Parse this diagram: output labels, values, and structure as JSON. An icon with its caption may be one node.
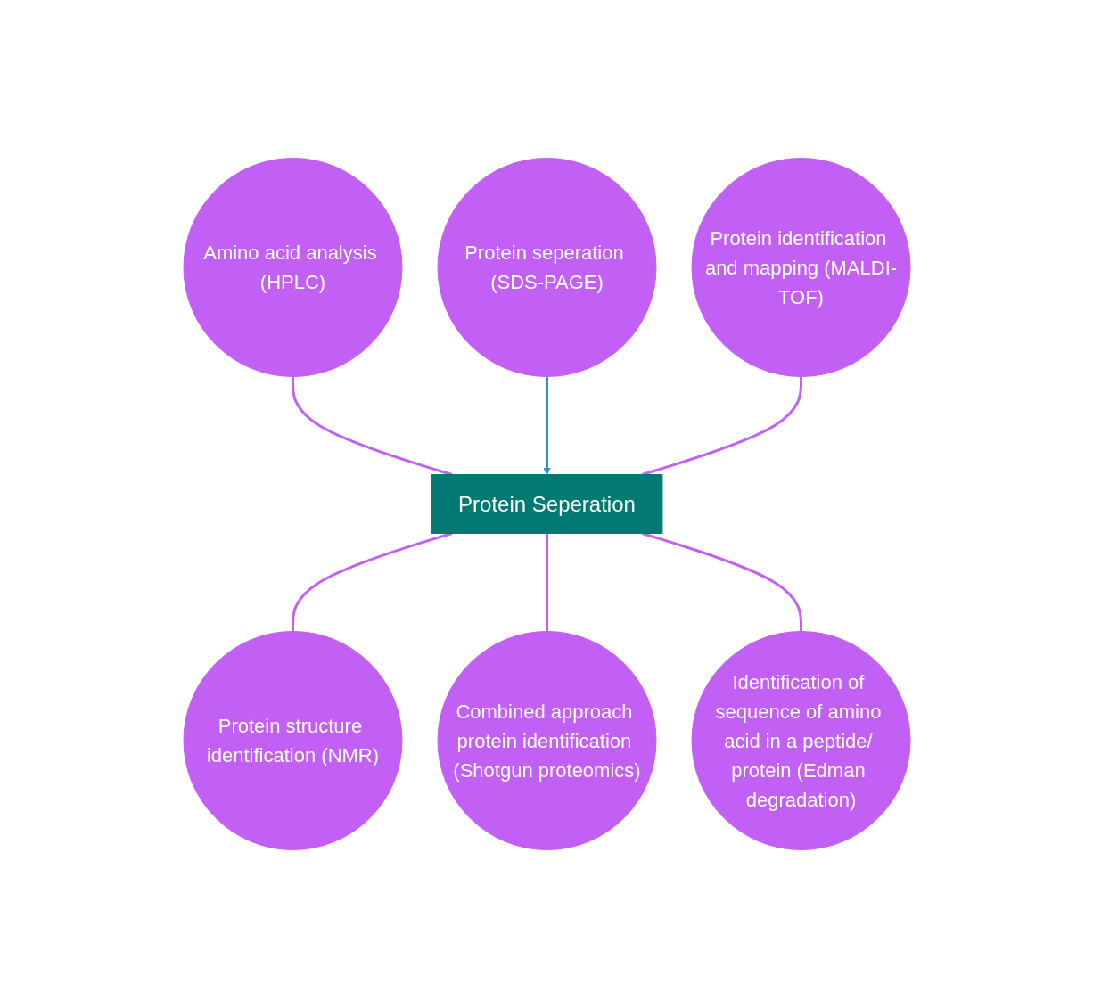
{
  "diagram": {
    "nodes": [
      {
        "text": [
          "Amino acid analysis (HPLC)"
        ]
      },
      {
        "text": [
          "Protein seperation (SDS-PAGE)"
        ]
      },
      {
        "text": [
          "Protein identification and mapping (MALDI-TOF)"
        ]
      },
      {
        "text": [
          "Protein Seperation"
        ]
      },
      {
        "text": [
          "Protein structure identification (NMR)"
        ]
      },
      {
        "text": [
          "Combined approach protein identification (Shotgun proteomics)"
        ]
      },
      {
        "text": [
          "Identification of sequence of amino acid in a peptide/ protein (Edman degradation)"
        ]
      }
    ],
    "edges": [
      {
        "from": 0,
        "to": 3,
        "arrow": "none"
      },
      {
        "from": 1,
        "to": 3,
        "arrow": "to",
        "color": "#2a8fd4"
      },
      {
        "from": 2,
        "to": 3,
        "arrow": "none"
      },
      {
        "from": 3,
        "to": 4,
        "arrow": "none"
      },
      {
        "from": 3,
        "to": 5,
        "arrow": "none"
      },
      {
        "from": 3,
        "to": 6,
        "arrow": "none"
      }
    ]
  }
}
